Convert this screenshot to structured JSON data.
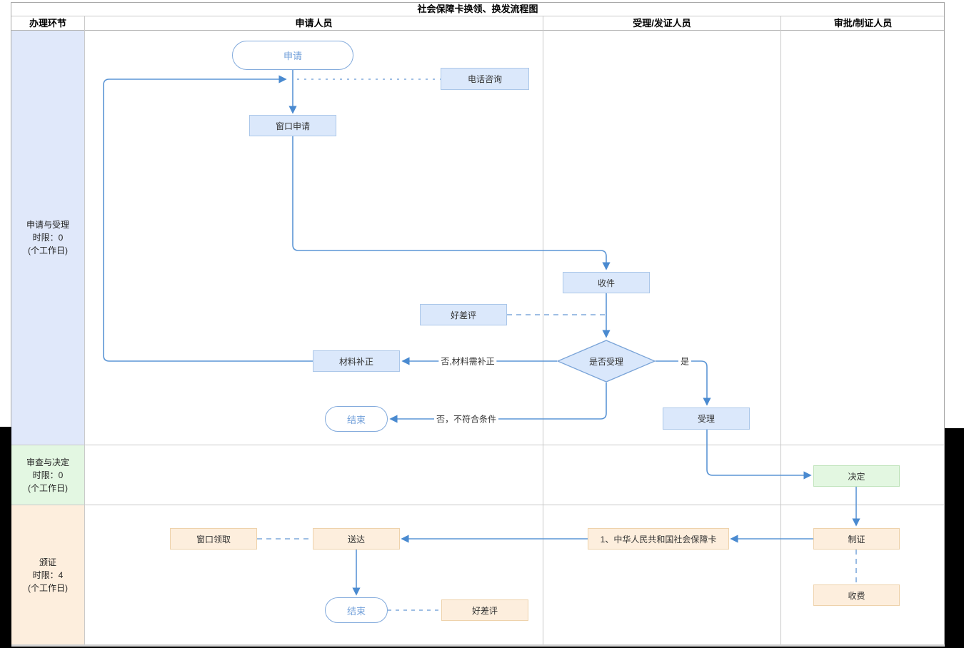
{
  "diagram": {
    "title": "社会保障卡换领、换发流程图"
  },
  "header": {
    "columns": [
      "办理环节",
      "申请人员",
      "受理/发证人员",
      "审批/制证人员"
    ]
  },
  "lanes": [
    {
      "label_lines": [
        "申请与受理",
        "时限：0",
        "(个工作日)"
      ],
      "color": "#e0e8fa"
    },
    {
      "label_lines": [
        "审查与决定",
        "时限：0",
        "(个工作日)"
      ],
      "color": "#e3f7e2"
    },
    {
      "label_lines": [
        "颁证",
        "时限：4",
        "(个工作日)"
      ],
      "color": "#fdeedd"
    }
  ],
  "nodes": {
    "apply_start": {
      "label": "申请"
    },
    "phone_consult": {
      "label": "电话咨询"
    },
    "window_apply": {
      "label": "窗口申请"
    },
    "receive_doc": {
      "label": "收件"
    },
    "rating_1": {
      "label": "好差评"
    },
    "accept_check": {
      "label": "是否受理"
    },
    "material_fix": {
      "label": "材料补正"
    },
    "end_1": {
      "label": "结束"
    },
    "accept": {
      "label": "受理"
    },
    "decide": {
      "label": "决定"
    },
    "make_card": {
      "label": "制证"
    },
    "card_item": {
      "label": "1、中华人民共和国社会保障卡"
    },
    "deliver": {
      "label": "送达"
    },
    "window_pickup": {
      "label": "窗口领取"
    },
    "end_2": {
      "label": "结束"
    },
    "rating_2": {
      "label": "好差评"
    },
    "fee": {
      "label": "收费"
    }
  },
  "edge_labels": {
    "yes": "是",
    "no_material_fix": "否,材料需补正",
    "no_not_qualified": "否，不符合条件"
  },
  "colors": {
    "line_blue": "#5b95d5",
    "dash_blue": "#7fa9dc",
    "arrow_blue": "#4a8ad0",
    "node_blue_fill": "#dbe8fb",
    "node_blue_border": "#abc7e9",
    "node_green_fill": "#e3f7e1",
    "node_orange_fill": "#fdeedd",
    "terminal_text": "#6f9ed9",
    "lane1_fill": "#e0e8fa",
    "lane2_fill": "#e3f7e2",
    "lane3_fill": "#fdeedd",
    "grid_line": "#c9c9c9"
  }
}
